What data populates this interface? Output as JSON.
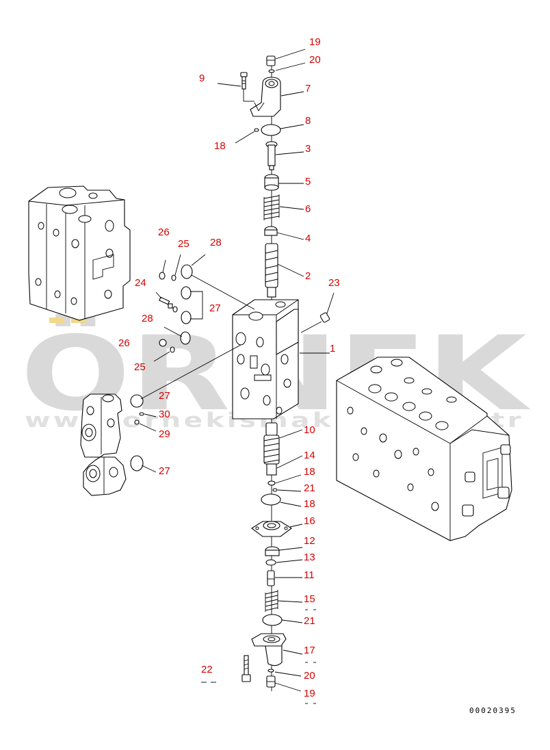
{
  "watermark": {
    "brand": "ÖRNEK",
    "url": "www.ornekismakina.com.tr"
  },
  "drawing_code": "00020395",
  "callouts": [
    {
      "id": "c19a",
      "text": "19"
    },
    {
      "id": "c20a",
      "text": "20"
    },
    {
      "id": "c9",
      "text": "9"
    },
    {
      "id": "c7",
      "text": "7"
    },
    {
      "id": "c8",
      "text": "8"
    },
    {
      "id": "c18a",
      "text": "18"
    },
    {
      "id": "c3",
      "text": "3"
    },
    {
      "id": "c5",
      "text": "5"
    },
    {
      "id": "c6",
      "text": "6"
    },
    {
      "id": "c4",
      "text": "4"
    },
    {
      "id": "c26a",
      "text": "26"
    },
    {
      "id": "c25a",
      "text": "25"
    },
    {
      "id": "c28a",
      "text": "28"
    },
    {
      "id": "c2",
      "text": "2"
    },
    {
      "id": "c23",
      "text": "23"
    },
    {
      "id": "c24",
      "text": "24"
    },
    {
      "id": "c27a",
      "text": "27"
    },
    {
      "id": "c28b",
      "text": "28"
    },
    {
      "id": "c1",
      "text": "1"
    },
    {
      "id": "c26b",
      "text": "26"
    },
    {
      "id": "c25b",
      "text": "25"
    },
    {
      "id": "c27b",
      "text": "27"
    },
    {
      "id": "c30",
      "text": "30"
    },
    {
      "id": "c29",
      "text": "29"
    },
    {
      "id": "c10",
      "text": "10"
    },
    {
      "id": "c14",
      "text": "14"
    },
    {
      "id": "c27c",
      "text": "27"
    },
    {
      "id": "c18b",
      "text": "18"
    },
    {
      "id": "c21a",
      "text": "21"
    },
    {
      "id": "c18c",
      "text": "18"
    },
    {
      "id": "c16",
      "text": "16"
    },
    {
      "id": "c12",
      "text": "12"
    },
    {
      "id": "c13",
      "text": "13"
    },
    {
      "id": "c11",
      "text": "11"
    },
    {
      "id": "c15",
      "text": "15"
    },
    {
      "id": "c21b",
      "text": "21"
    },
    {
      "id": "c17",
      "text": "17"
    },
    {
      "id": "c22",
      "text": "22"
    },
    {
      "id": "c20b",
      "text": "20"
    },
    {
      "id": "c19b",
      "text": "19"
    }
  ]
}
